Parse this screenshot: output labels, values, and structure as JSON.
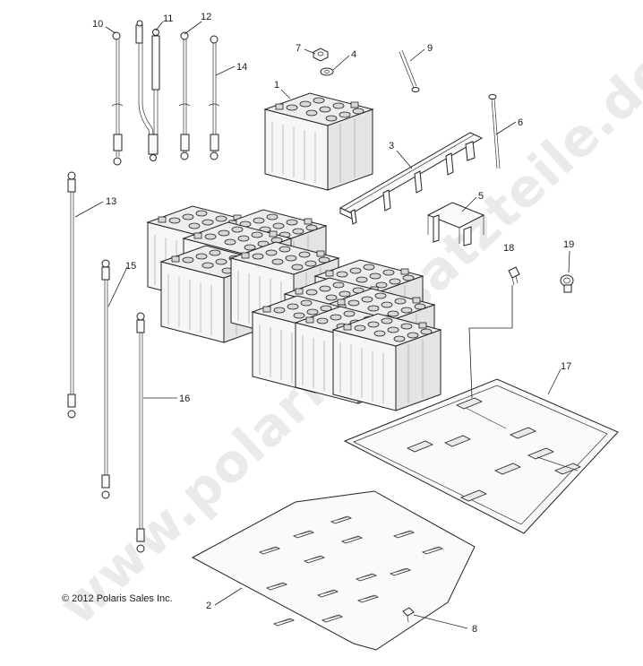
{
  "watermark": "www.polaris-ersatzteile.de",
  "copyright": "© 2012 Polaris Sales Inc.",
  "callouts": {
    "c1": "1",
    "c2": "2",
    "c3": "3",
    "c4": "4",
    "c5": "5",
    "c6": "6",
    "c7": "7",
    "c8": "8",
    "c9": "9",
    "c10": "10",
    "c11": "11",
    "c12": "12",
    "c13": "13",
    "c14": "14",
    "c15": "15",
    "c16": "16",
    "c17": "17",
    "c18": "18",
    "c19": "19"
  }
}
